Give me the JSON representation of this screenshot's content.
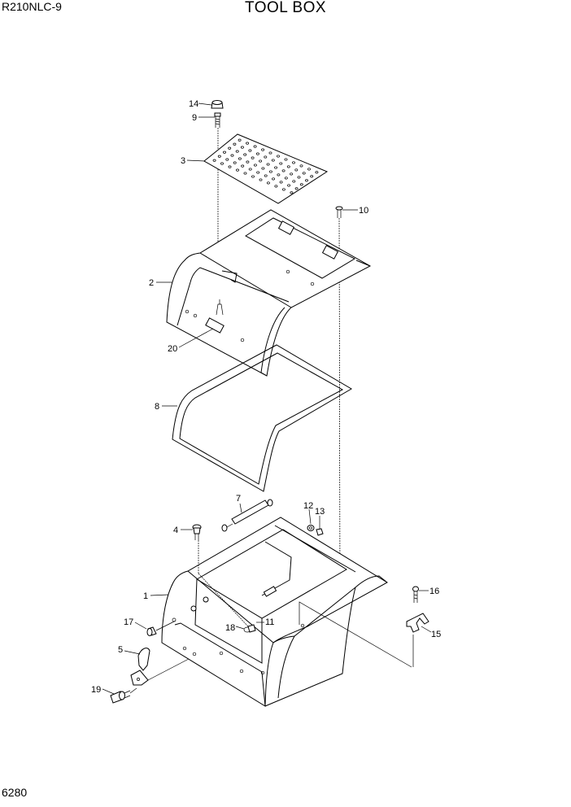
{
  "header": {
    "model": "R210NLC-9",
    "title": "TOOL BOX"
  },
  "footer": {
    "page_number": "6280"
  },
  "callouts": [
    {
      "id": "c14",
      "text": "14"
    },
    {
      "id": "c9",
      "text": "9"
    },
    {
      "id": "c3",
      "text": "3"
    },
    {
      "id": "c10",
      "text": "10"
    },
    {
      "id": "c2",
      "text": "2"
    },
    {
      "id": "c20",
      "text": "20"
    },
    {
      "id": "c8",
      "text": "8"
    },
    {
      "id": "c7",
      "text": "7"
    },
    {
      "id": "c12",
      "text": "12"
    },
    {
      "id": "c13",
      "text": "13"
    },
    {
      "id": "c4",
      "text": "4"
    },
    {
      "id": "c1",
      "text": "1"
    },
    {
      "id": "c16",
      "text": "16"
    },
    {
      "id": "c17",
      "text": "17"
    },
    {
      "id": "c18",
      "text": "18"
    },
    {
      "id": "c11",
      "text": "11"
    },
    {
      "id": "c15",
      "text": "15"
    },
    {
      "id": "c5",
      "text": "5"
    },
    {
      "id": "c19",
      "text": "19"
    }
  ]
}
